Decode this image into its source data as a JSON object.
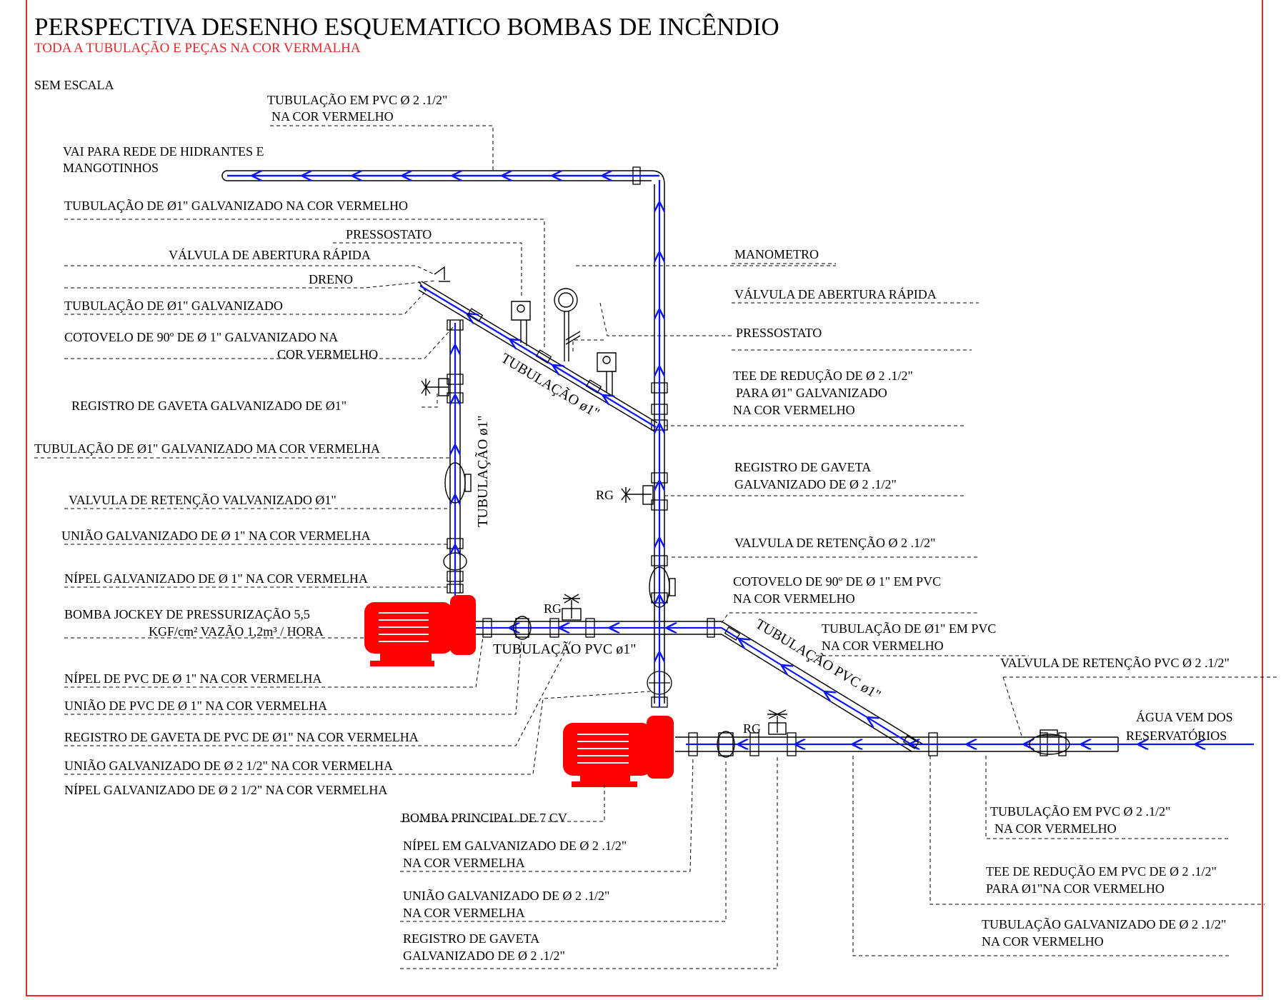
{
  "header": {
    "title": "PERSPECTIVA DESENHO ESQUEMATICO BOMBAS DE INCÊNDIO",
    "subtitle": "TODA A TUBULAÇÃO E PEÇAS NA COR VERMALHA",
    "scale_note": "SEM ESCALA"
  },
  "colors": {
    "frame": "#e8272a",
    "pipe_outline": "#000000",
    "flow_line": "#0a14ff",
    "pump": "#ff0000",
    "leader": "#000000"
  },
  "flow_labels": {
    "jockey_vertical": "TUBULAÇÃO ø1\"",
    "drain_diagonal": "TUBULAÇÃO ø1\"",
    "suction_diagonal": "TUBULAÇÃO PVC ø1\"",
    "jockey_horizontal": "TUBULAÇÃO PVC ø1\""
  },
  "valve_tags": {
    "rg_main_riser": "RG",
    "rg_jockey": "RG",
    "rg_main_pump": "RG"
  },
  "labels": {
    "l01_line1": "TUBULAÇÃO EM PVC Ø 2 .1/2\"",
    "l01_line2": "NA COR VERMELHO",
    "l02_line1": "VAI PARA REDE DE HIDRANTES E",
    "l02_line2": "MANGOTINHOS",
    "l03": "TUBULAÇÃO DE Ø1\" GALVANIZADO NA COR VERMELHO",
    "l04": "PRESSOSTATO",
    "l05": "VÁLVULA DE ABERTURA RÁPIDA",
    "l06": "DRENO",
    "l07": "TUBULAÇÃO DE Ø1\" GALVANIZADO",
    "l08_line1": "COTOVELO DE 90º DE Ø 1\" GALVANIZADO NA",
    "l08_line2": "COR VERMELHO",
    "l09": "REGISTRO DE GAVETA  GALVANIZADO  DE Ø1\"",
    "l10": "TUBULAÇÃO DE Ø1\" GALVANIZADO MA COR VERMELHA",
    "l11": "VALVULA DE RETENÇÃO VALVANIZADO Ø1\"",
    "l12": "UNIÃO GALVANIZADO DE Ø 1\"  NA COR VERMELHA",
    "l13": "NÍPEL GALVANIZADO DE Ø 1\" NA COR VERMELHA",
    "l14_line1": "BOMBA JOCKEY DE PRESSURIZAÇÃO 5,5",
    "l14_line2": "KGF/cm² VAZÃO 1,2m³ / HORA",
    "l15": "NÍPEL DE PVC  DE Ø 1\" NA COR VERMELHA",
    "l16": "UNIÃO DE PVC  DE Ø 1\"  NA COR VERMELHA",
    "l17": "REGISTRO DE GAVETA  DE PVC  DE Ø1\"  NA COR VERMELHA",
    "l18": "UNIÃO GALVANIZADO DE Ø 2 1/2\"  NA COR VERMELHA",
    "l19": "NÍPEL GALVANIZADO DE Ø 2 1/2\" NA COR VERMELHA",
    "l20": "BOMBA PRINCIPAL DE 7 CV",
    "l21_line1": "NÍPEL EM GALVANIZADO DE Ø 2 .1/2\"",
    "l21_line2": "NA COR VERMELHA",
    "l22_line1": "UNIÃO GALVANIZADO DE Ø 2 .1/2\"",
    "l22_line2": "NA COR VERMELHA",
    "l23_line1": "REGISTRO DE GAVETA",
    "l23_line2": "GALVANIZADO  DE Ø 2 .1/2\"",
    "r01": "MANOMETRO",
    "r02": "VÁLVULA DE ABERTURA RÁPIDA",
    "r03": "PRESSOSTATO",
    "r04_line1": "TEE DE REDUÇÃO  DE Ø 2 .1/2\"",
    "r04_line2": "PARA Ø1\" GALVANIZADO",
    "r04_line3": "NA COR VERMELHO",
    "r05_line1": "REGISTRO DE GAVETA",
    "r05_line2": "GALVANIZADO  DE Ø 2 .1/2\"",
    "r06": "VALVULA DE RETENÇÃO Ø 2 .1/2\"",
    "r07_line1": "COTOVELO DE 90º DE Ø 1\" EM PVC",
    "r07_line2": "NA COR VERMELHO",
    "r08_line1": "TUBULAÇÃO DE Ø1\" EM PVC",
    "r08_line2": "NA COR VERMELHO",
    "r09": "VALVULA DE RETENÇÃO PVC Ø 2 .1/2\"",
    "r10_line1": "ÁGUA VEM DOS",
    "r10_line2": "RESERVATÓRIOS",
    "r11_line1": "TUBULAÇÃO EM PVC Ø 2 .1/2\"",
    "r11_line2": "NA COR VERMELHO",
    "r12_line1": "TEE DE REDUÇÃO EM PVC DE Ø 2 .1/2\"",
    "r12_line2": "PARA Ø1\"NA COR VERMELHO",
    "r13_line1": "TUBULAÇÃO GALVANIZADO DE Ø 2 .1/2\"",
    "r13_line2": "NA COR VERMELHO"
  }
}
